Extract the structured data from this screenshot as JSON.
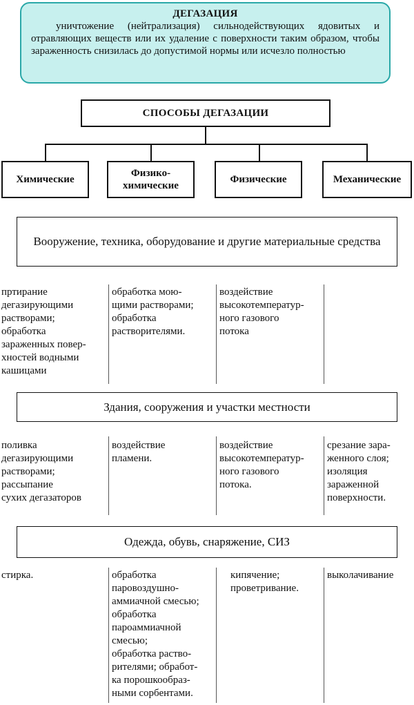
{
  "definition": {
    "title": "ДЕГАЗАЦИЯ",
    "text": "уничтожение (нейтрализация) сильнодействующих ядовитых и отравляющих веществ или их удаление с поверхности таким образом, чтобы зараженность снизилась до допустимой нормы или исчезло полностью"
  },
  "methods_header": "СПОСОБЫ ДЕГАЗАЦИИ",
  "categories": [
    "Химические",
    "Физико-\nхимические",
    "Физические",
    "Механические"
  ],
  "sections": [
    {
      "title": "Вооружение, техника, оборудование и другие материальные средства",
      "methods": [
        "   пртирание\nдегазирующими\nрастворами;\n   обработка\nзараженных повер-\nхностей водными\nкашицами",
        "   обработка мою-\nщими растворами;\n   обработка\nрастворителями.",
        "   воздействие\nвысокотемператур-\nного газового\nпотока",
        ""
      ]
    },
    {
      "title": "Здания, сооружения и участки местности",
      "methods": [
        "   поливка\nдегазирующими\nрастворами;\n   рассыпание\nсухих дегазаторов",
        "   воздействие\nпламени.",
        "   воздействие\nвысокотемператур-\nного газового\nпотока.",
        "   срезание зара-\nженного слоя;\n   изоляция\nзараженной\nповерхности."
      ]
    },
    {
      "title": "Одежда, обувь, снаряжение, СИЗ",
      "methods": [
        "   стирка.",
        "   обработка\nпаровоздушно-\nаммиачной смесью;\n   обработка\nпароаммиачной\nсмесью;\n   обработка раство-\nрителями; обработ-\nка порошкообраз-\nными сорбентами.",
        "кипячение;\nпроветривание.",
        "   выколачивание"
      ]
    }
  ]
}
